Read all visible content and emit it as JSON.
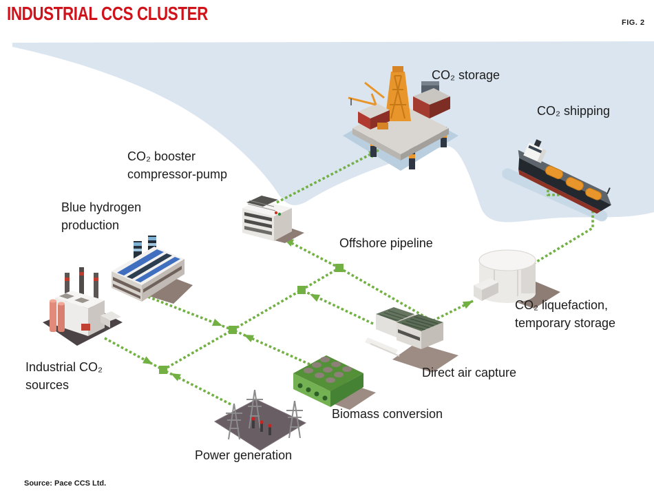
{
  "header": {
    "title": "INDUSTRIAL CCS CLUSTER",
    "figure_label": "FIG. 2"
  },
  "source_note": "Source: Pace CCS Ltd.",
  "colors": {
    "title_red": "#d0121b",
    "pipeline_green": "#72b043",
    "water_blue": "#dbe5ef",
    "label_text": "#1b1b1b"
  },
  "diagram": {
    "labels": {
      "co2_storage": "CO₂ storage",
      "co2_shipping": "CO₂ shipping",
      "booster": "CO₂ booster\ncompressor-pump",
      "blue_hydrogen": "Blue hydrogen\nproduction",
      "offshore_pipeline": "Offshore pipeline",
      "industrial_sources": "Industrial CO₂\nsources",
      "liquefaction": "CO₂ liquefaction,\ntemporary storage",
      "direct_air_capture": "Direct air capture",
      "biomass": "Biomass conversion",
      "power_generation": "Power generation"
    },
    "flows": [
      {
        "from": "Industrial CO₂ sources",
        "to": "pipeline network"
      },
      {
        "from": "Power generation",
        "to": "pipeline network"
      },
      {
        "from": "Blue hydrogen production",
        "to": "pipeline network"
      },
      {
        "from": "Biomass conversion",
        "to": "pipeline network"
      },
      {
        "from": "Direct air capture",
        "to": "pipeline network"
      },
      {
        "from": "pipeline network",
        "to": "CO₂ booster compressor-pump"
      },
      {
        "from": "CO₂ booster compressor-pump",
        "to": "CO₂ storage"
      },
      {
        "from": "pipeline network",
        "to": "CO₂ liquefaction, temporary storage"
      },
      {
        "from": "CO₂ liquefaction, temporary storage",
        "to": "CO₂ shipping"
      }
    ]
  }
}
